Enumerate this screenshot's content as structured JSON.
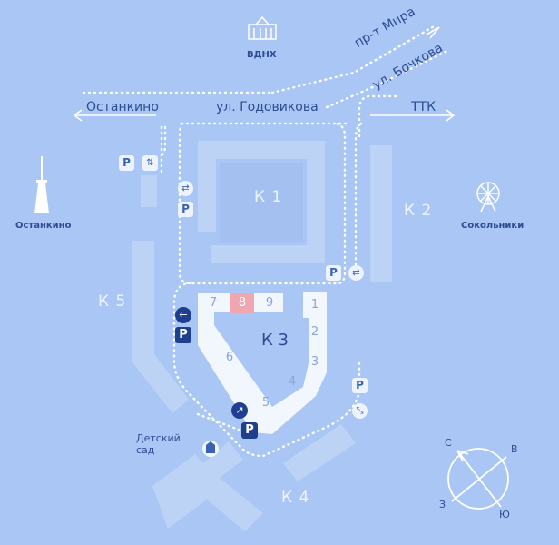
{
  "streets": {
    "mira": "пр-т Мира",
    "bochkova": "ул. Бочкова",
    "godovikova": "ул. Годовикова",
    "ostankino_road": "Останкино",
    "ttk": "ТТК"
  },
  "landmarks": {
    "vdnh": "ВДНХ",
    "ostankino": "Останкино",
    "sokolniki": "Сокольники",
    "kindergarten": "Детский сад"
  },
  "buildings": {
    "k1": "К 1",
    "k2": "К 2",
    "k3": "К 3",
    "k4": "К 4",
    "k5": "К 5"
  },
  "sections": [
    "1",
    "2",
    "3",
    "4",
    "5",
    "6",
    "7",
    "8",
    "9"
  ],
  "highlighted_section": "8",
  "parking": {
    "label": "P"
  },
  "compass": {
    "n": "С",
    "e": "В",
    "s": "Ю",
    "w": "З"
  },
  "colors": {
    "background": "#a9c6f4",
    "building_light": "#bcd3f6",
    "building_white": "#f2f6fd",
    "highlight": "#f0a6b0",
    "road_dots": "#ffffff",
    "text": "#2e4c94",
    "badge_dark": "#1e3f8e"
  },
  "icons": {
    "vdnh": "arch-icon",
    "ostankino": "tv-tower-icon",
    "sokolniki": "ferris-wheel-icon",
    "kindergarten": "kindergarten-icon"
  }
}
